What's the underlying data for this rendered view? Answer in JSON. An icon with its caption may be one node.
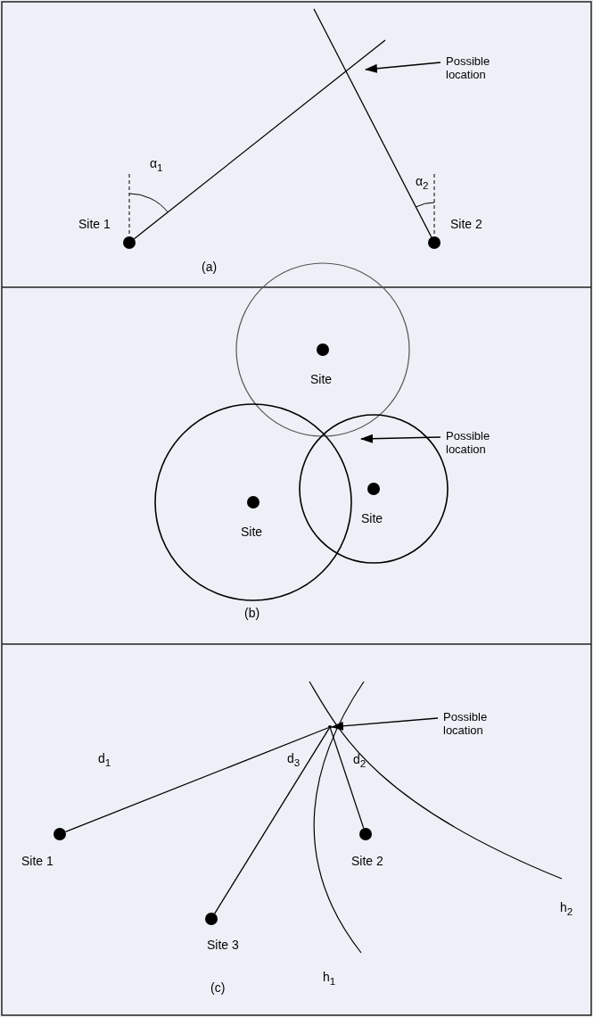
{
  "diagram": {
    "nodes": [
      {
        "text": [],
        "shape": "circle",
        "beside": [
          "Site 1"
        ]
      },
      {
        "text": [],
        "shape": "circle",
        "beside": [
          "Site 2"
        ]
      },
      {
        "text": [
          "Possible location"
        ]
      },
      {
        "text": [
          "Site"
        ]
      },
      {
        "text": [
          "Site"
        ]
      },
      {
        "text": [
          "Site"
        ]
      },
      {
        "text": [
          "Possible location"
        ]
      },
      {
        "text": [],
        "shape": "circle",
        "beside": [
          "Site 1"
        ]
      },
      {
        "text": [],
        "shape": "circle",
        "beside": [
          "Site 2"
        ]
      },
      {
        "text": [],
        "shape": "circle",
        "beside": [
          "Site 3"
        ]
      },
      {
        "text": [
          "Possible location"
        ]
      },
      {
        "text": [],
        "shape": "point"
      }
    ],
    "edges": [
      {
        "from": 0,
        "to": null,
        "arrow": "none"
      },
      {
        "from": 1,
        "to": null,
        "arrow": "none"
      },
      {
        "from": 2,
        "to": null,
        "arrow": "to"
      },
      {
        "from": 6,
        "to": 5,
        "arrow": "to"
      },
      {
        "from": 7,
        "to": 11,
        "arrow": "none",
        "label": "d$_{1}$"
      },
      {
        "from": 8,
        "to": 11,
        "arrow": "none",
        "label": "d$_{2}$"
      },
      {
        "from": 9,
        "to": 11,
        "arrow": "none",
        "label": "d$_{3}$"
      },
      {
        "from": 10,
        "to": 11,
        "arrow": "to"
      }
    ],
    "labels": [
      "α$_{1}$",
      "α$_{2}$",
      "(a)",
      "(b)",
      "h$_{2}$",
      "h$_{1}$",
      "(c)"
    ]
  }
}
